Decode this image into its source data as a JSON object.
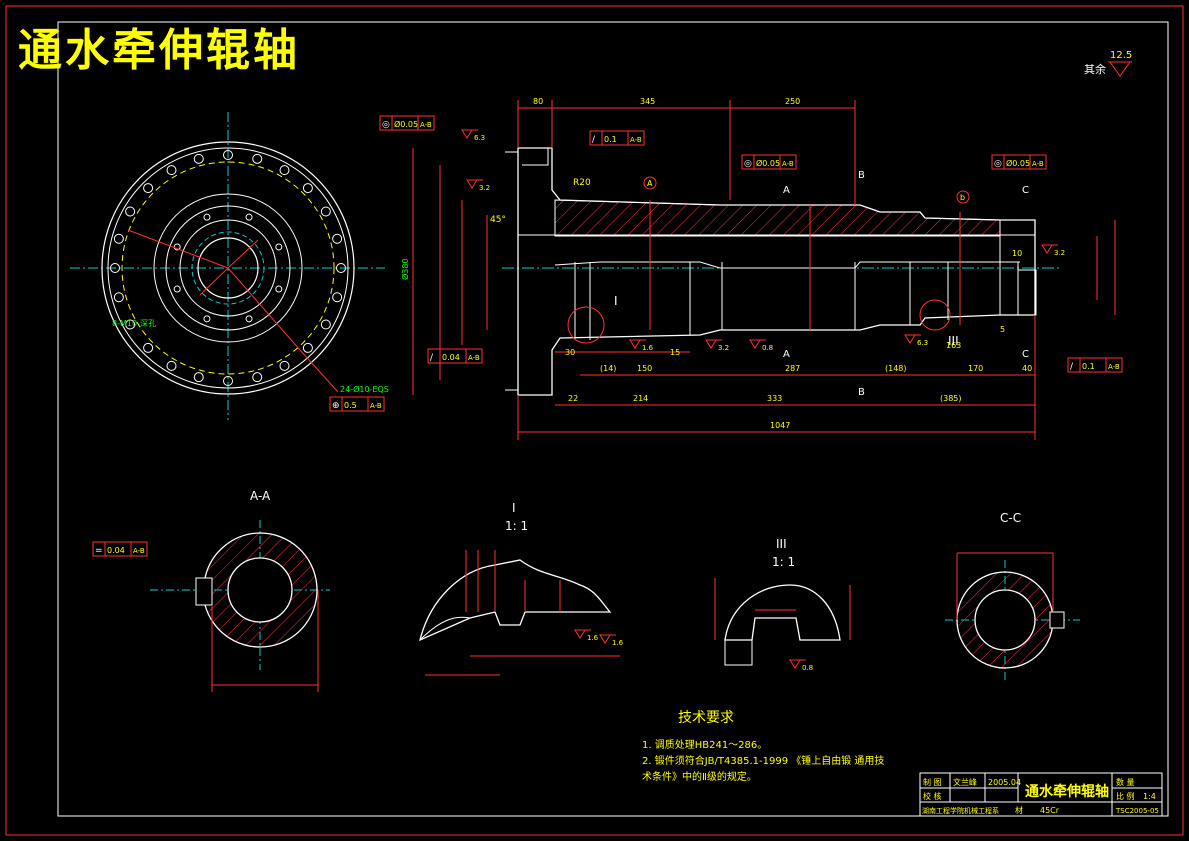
{
  "title": "通水牵伸辊轴",
  "roughness_other": {
    "label": "其余",
    "value": "12.5"
  },
  "section_labels": {
    "aa": "A-A",
    "detail1": "I",
    "detail1_scale": "1: 1",
    "detail3": "III",
    "detail3_scale": "1: 1",
    "cc": "C-C"
  },
  "cut_markers": {
    "a": "A",
    "b": "B",
    "c": "C",
    "circle_a": "A",
    "circle_b": "b",
    "roman1": "I",
    "roman3": "III"
  },
  "tolerance_frames": [
    {
      "sym": "◎",
      "val": "Ø0.05",
      "ref": "A-B"
    },
    {
      "sym": "◎",
      "val": "Ø0.05",
      "ref": "A-B"
    },
    {
      "sym": "◎",
      "val": "Ø0.05",
      "ref": "A-B"
    },
    {
      "sym": "/",
      "val": "0.1",
      "ref": "A-B"
    },
    {
      "sym": "/",
      "val": "0.04",
      "ref": "A-B"
    },
    {
      "sym": "/",
      "val": "0.1",
      "ref": "A-B"
    },
    {
      "sym": "⊕",
      "val": "0.5",
      "ref": "A-B"
    },
    {
      "sym": "=",
      "val": "0.04",
      "ref": "A-B"
    }
  ],
  "top_dimensions": [
    "80",
    "345",
    "250"
  ],
  "bottom_dimensions": [
    "22",
    "214",
    "333",
    "(385)",
    "1047"
  ],
  "mid_dimensions": [
    "30",
    "(14)",
    "150",
    "15",
    "287",
    "(148)",
    "170",
    "40",
    "163",
    "5",
    "10"
  ],
  "roughness_marks": [
    "6.3",
    "3.2",
    "1.6",
    "0.8",
    "3.2",
    "6.3",
    "1.6",
    "1.6",
    "0.8",
    "3.2"
  ],
  "side_notes": [
    "R20",
    "45°",
    "Ø380"
  ],
  "bolt_note": "8-M10-深孔",
  "hole_note": "24-Ø10-EQS",
  "tech_req": {
    "heading": "技术要求",
    "items": [
      "1. 调质处理HB241～286。",
      "2. 锻件须符合JB/T4385.1-1999 《锤上自由锻 通用技",
      "   术条件》中的Ⅱ级的规定。"
    ]
  },
  "title_block": {
    "name": "通水牵伸辊轴",
    "drawn_label": "制 图",
    "drawn_name": "文兰峰",
    "checked_label": "校 核",
    "school": "湖南工程学院机械工程系",
    "material_label": "材",
    "material": "45Cr",
    "qty_label": "数 量",
    "scale_label": "比 例",
    "scale": "1:4",
    "drawing_no": "TSC2005-05",
    "date": "2005.04"
  }
}
